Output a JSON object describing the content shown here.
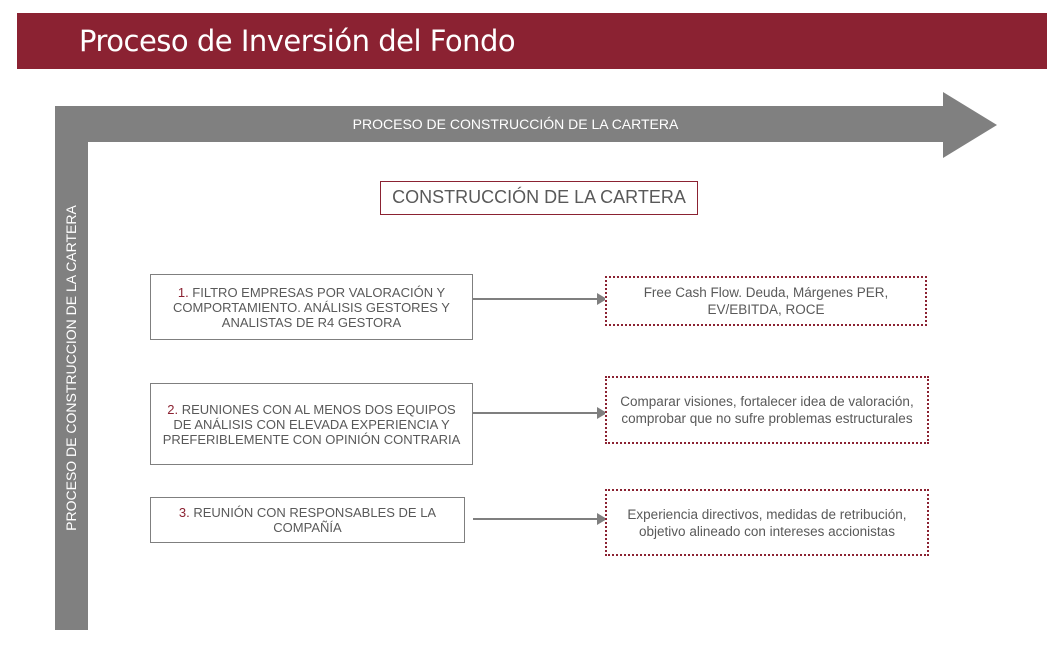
{
  "header": {
    "title": "Proceso de Inversión del Fondo"
  },
  "process": {
    "horizontal_label": "PROCESO DE CONSTRUCCIÓN DE LA CARTERA",
    "vertical_label": "PROCESO DE CONSTRUCCION DE LA CARTERA"
  },
  "section_title": "CONSTRUCCIÓN DE LA CARTERA",
  "steps": [
    {
      "number": "1.",
      "text": " FILTRO EMPRESAS POR VALORACIÓN Y COMPORTAMIENTO. ANÁLISIS GESTORES Y ANALISTAS DE R4 GESTORA",
      "note": "Free Cash Flow. Deuda, Márgenes PER, EV/EBITDA, ROCE"
    },
    {
      "number": "2.",
      "text": " REUNIONES CON AL MENOS DOS EQUIPOS DE ANÁLISIS CON ELEVADA EXPERIENCIA Y PREFERIBLEMENTE CON OPINIÓN CONTRARIA",
      "note": "Comparar visiones, fortalecer idea de valoración, comprobar que no sufre problemas estructurales"
    },
    {
      "number": "3.",
      "text": " REUNIÓN CON RESPONSABLES DE LA COMPAÑÍA",
      "note": "Experiencia directivos, medidas de retribución, objetivo alineado con intereses accionistas"
    }
  ],
  "colors": {
    "brand": "#8b2232",
    "arrow": "#808080",
    "text": "#595959"
  }
}
